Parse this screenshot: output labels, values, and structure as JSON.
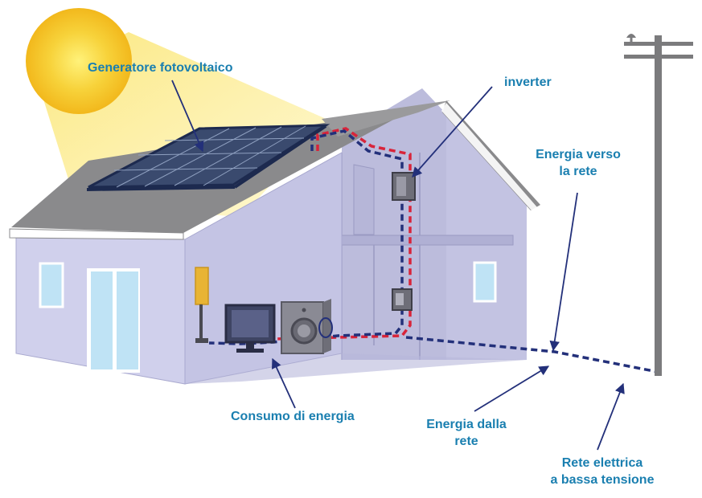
{
  "labels": {
    "generator": "Generatore fotovoltaico",
    "inverter": "inverter",
    "energy_to_grid_line1": "Energia verso",
    "energy_to_grid_line2": "la rete",
    "consumption": "Consumo di energia",
    "energy_from_grid_line1": "Energia dalla",
    "energy_from_grid_line2": "rete",
    "grid_line1": "Rete elettrica",
    "grid_line2": "a bassa tensione"
  },
  "colors": {
    "label_text": "#1a7fb0",
    "wire_generation": "#d8243a",
    "wire_grid": "#23307a",
    "house_wall": "#c9c9e6",
    "roof": "#8a8a8c",
    "sun": "#f7c92c",
    "panel": "#1d2a4f",
    "pole": "#7b7b7d"
  },
  "icons": [
    "sun-icon",
    "solar-panel-icon",
    "inverter-icon",
    "meter-icon",
    "tv-icon",
    "washing-machine-icon",
    "lamp-icon",
    "utility-pole-icon"
  ]
}
